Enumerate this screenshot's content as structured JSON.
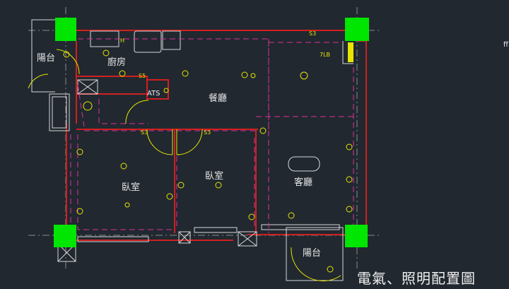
{
  "drawing": {
    "title": "電氣、照明配置圖",
    "edge_mark": "ff"
  },
  "rooms": {
    "balcony_west": "陽台",
    "kitchen": "廚房",
    "dining": "餐廳",
    "bedroom_1": "臥室",
    "bedroom_2": "臥室",
    "living": "客廳",
    "balcony_south": "陽台"
  },
  "tags": {
    "ats": "ATS",
    "panel": "7LB",
    "s3": "S3",
    "s5": "S5",
    "h": "H"
  },
  "colors": {
    "background": "#212830",
    "wall": "#d02020",
    "column": "#00e600",
    "fixture": "#e6e600",
    "circuit": "#e0309a",
    "door": "#e6e600",
    "outline": "#d8d8d8",
    "grid": "#8a8a8a"
  }
}
